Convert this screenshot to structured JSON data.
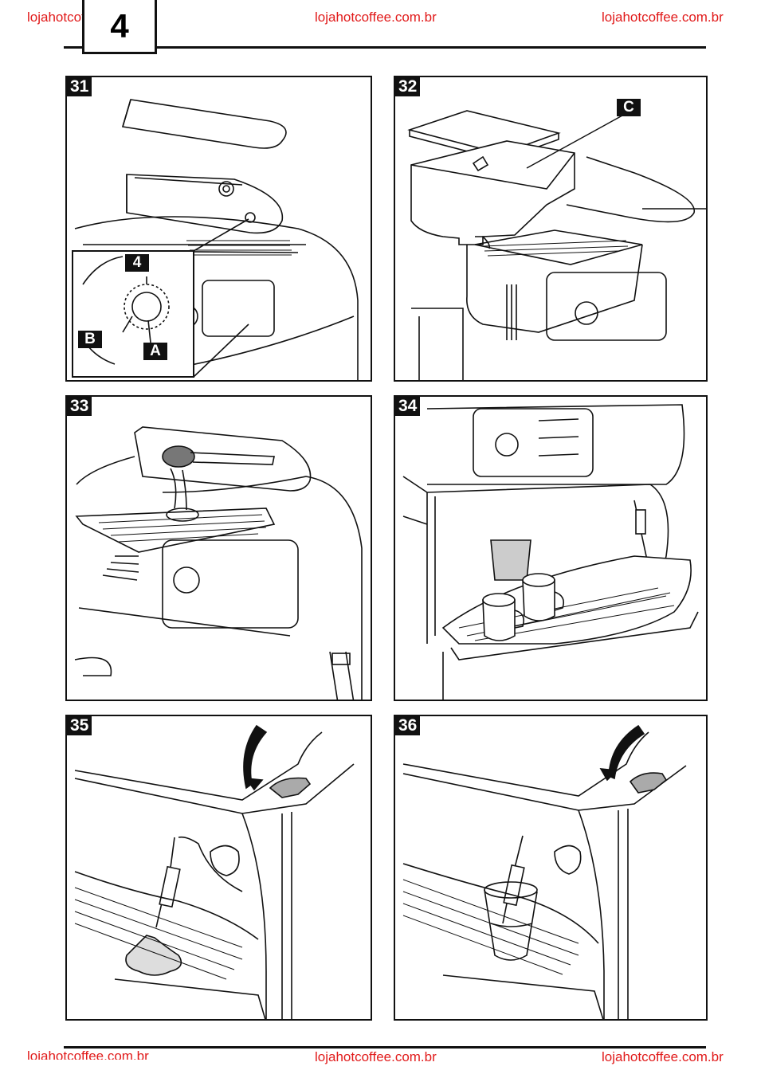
{
  "header": {
    "watermarks": [
      "lojahotcoffee.com.br",
      "lojahotcoffee.com.br",
      "lojahotcoffee.com.br"
    ],
    "page_number": "4"
  },
  "footer": {
    "watermarks": [
      "lojahotcoffee.com.br",
      "lojahotcoffee.com.br",
      "lojahotcoffee.com.br"
    ]
  },
  "panels": [
    {
      "number": "31",
      "callouts": [
        "4",
        "B",
        "A"
      ]
    },
    {
      "number": "32",
      "callouts": [
        "C"
      ]
    },
    {
      "number": "33",
      "callouts": []
    },
    {
      "number": "34",
      "callouts": []
    },
    {
      "number": "35",
      "callouts": []
    },
    {
      "number": "36",
      "callouts": []
    }
  ],
  "colors": {
    "watermark": "#e11b1b",
    "ink": "#111111"
  }
}
